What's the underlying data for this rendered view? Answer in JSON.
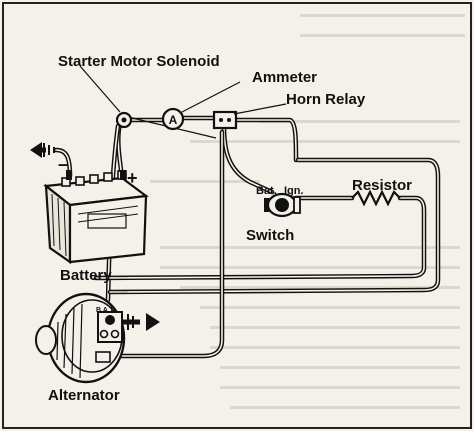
{
  "labels": {
    "starter_solenoid": "Starter Motor Solenoid",
    "ammeter": "Ammeter",
    "horn_relay": "Horn Relay",
    "resistor": "Resistor",
    "switch": "Switch",
    "bat_terminal": "Bat.",
    "ign_terminal": "Ign.",
    "battery": "Battery",
    "alternator": "Alternator",
    "ammeter_symbol": "A",
    "battery_negative": "–",
    "battery_positive": "+",
    "alt_bat": "B A T"
  },
  "icons": {
    "ground": "ground-arrow-icon",
    "battery": "battery-icon",
    "alternator": "alternator-icon",
    "ammeter": "ammeter-gauge-icon",
    "resistor": "resistor-zigzag-icon",
    "switch": "ignition-switch-icon"
  },
  "colors": {
    "ink": "#111111",
    "paper": "#f4f1ea",
    "faded_text": "#b9b4a8"
  }
}
